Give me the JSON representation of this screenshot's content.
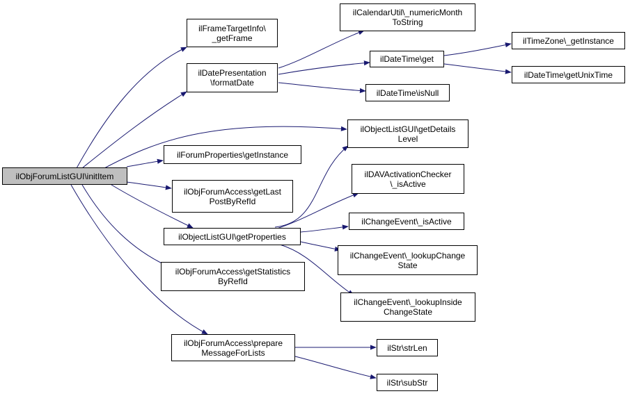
{
  "colors": {
    "edge": "#191970",
    "root_fill": "#bfbfbf",
    "node_fill": "#ffffff",
    "border": "#000000"
  },
  "nodes": {
    "root": "ilObjForumListGUI\\initItem",
    "frame_target_info": "ilFrameTargetInfo\\\n_getFrame",
    "date_presentation": "ilDatePresentation\n\\formatDate",
    "calendar_util": "ilCalendarUtil\\_numericMonth\nToString",
    "datetime_get": "ilDateTime\\get",
    "timezone": "ilTimeZone\\_getInstance",
    "datetime_unix": "ilDateTime\\getUnixTime",
    "datetime_isnull": "ilDateTime\\isNull",
    "details_level": "ilObjectListGUI\\getDetails\nLevel",
    "forum_properties": "ilForumProperties\\getInstance",
    "dav_checker": "ilDAVActivationChecker\n\\_isActive",
    "forum_access_last": "ilObjForumAccess\\getLast\nPostByRefId",
    "change_event_active": "ilChangeEvent\\_isActive",
    "get_properties": "ilObjectListGUI\\getProperties",
    "lookup_change": "ilChangeEvent\\_lookupChange\nState",
    "forum_access_stats": "ilObjForumAccess\\getStatistics\nByRefId",
    "lookup_inside": "ilChangeEvent\\_lookupInside\nChangeState",
    "prepare_message": "ilObjForumAccess\\prepare\nMessageForLists",
    "str_len": "ilStr\\strLen",
    "sub_str": "ilStr\\subStr"
  }
}
